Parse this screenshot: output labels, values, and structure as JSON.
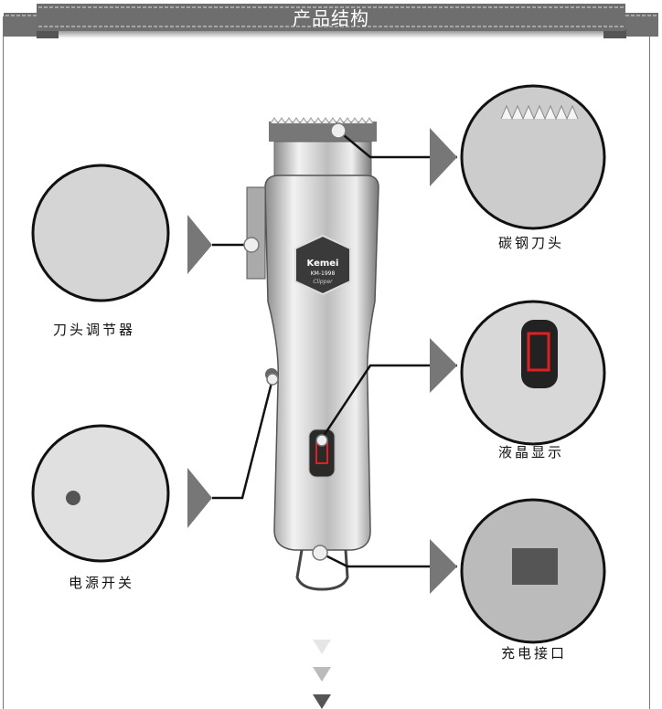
{
  "header": {
    "title": "产品结构"
  },
  "product": {
    "brand": "Kemei",
    "model": "KM-1998",
    "tagline": "Clipper"
  },
  "callouts": [
    {
      "label": "碳钢刀头"
    },
    {
      "label": "刀头调节器"
    },
    {
      "label": "液晶显示"
    },
    {
      "label": "电源开关"
    },
    {
      "label": "充电接口"
    }
  ],
  "colors": {
    "ribbon": "#6e6e6e",
    "stitch": "#d8d8d8",
    "metal": "#c9c9c9"
  }
}
